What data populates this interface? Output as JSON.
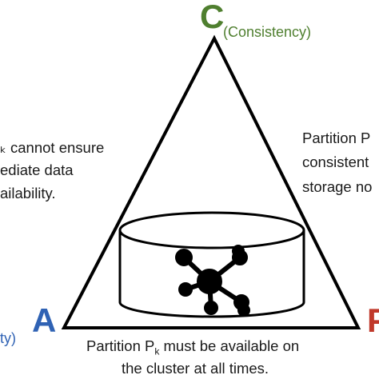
{
  "colors": {
    "consistency": "#4f7f2f",
    "availability": "#2f62b4",
    "partition": "#c0392b",
    "stroke": "#000000",
    "text": "#1a1a1a"
  },
  "vertices": {
    "c": {
      "letter": "C",
      "label": "(Consistency)"
    },
    "a": {
      "letter": "A",
      "label_fragment": "ty)"
    },
    "p": {
      "letter": "P"
    }
  },
  "notes": {
    "left": {
      "line1": "ₖ cannot ensure",
      "line2": "ediate data",
      "line3": "ailability."
    },
    "right": {
      "line1": "Partition P",
      "line2": "consistent",
      "line3": "storage no"
    },
    "bottom": {
      "line1_pre": "Partition P",
      "line1_sub": "k",
      "line1_post": " must be available on",
      "line2": "the cluster at all times."
    }
  },
  "center_icon": "network-graph-icon"
}
